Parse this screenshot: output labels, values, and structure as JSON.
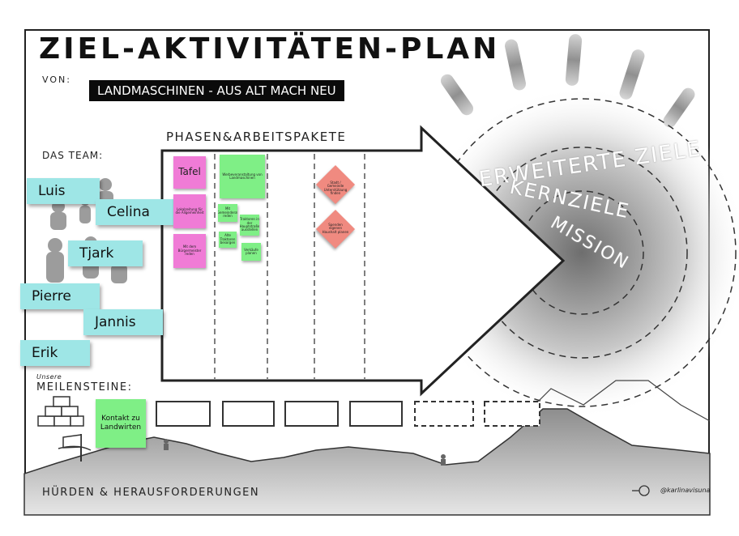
{
  "title": "ZIEL-AKTIVITÄTEN-PLAN",
  "von_label": "VON:",
  "project_name": "LANDMASCHINEN - AUS ALT MACH NEU",
  "phases_label": "PHASEN&ARBEITSPAKETE",
  "team": {
    "label": "DAS TEAM:",
    "members": [
      "Luis",
      "Celina",
      "Tjark",
      "Pierre",
      "Jannis",
      "Erik"
    ]
  },
  "activities": {
    "column1": [
      "Tafel",
      "Lokalzeitung für die Allgemeinheit",
      "Mit dem Bürgermeister reden"
    ],
    "column2": [
      "Werbeveranstaltung von Landmaschinen",
      "Mit Gemeinderat reden",
      "Traktoren in der Hauptstraße ausstellen",
      "Alte Traktoren besorgen",
      "Verkäufe planen"
    ],
    "risks": [
      "Stadt / Gemeinde Unterstützung finden",
      "Spenden eigenen Haushalt planen"
    ]
  },
  "goals": {
    "outer": "ERWEITERTE ZIELE",
    "middle": "KERNZIELE",
    "inner": "MISSION"
  },
  "milestones": {
    "label_small": "Unsere",
    "label": "MEILENSTEINE:",
    "first": "Kontakt zu Landwirten"
  },
  "hurdles_label": "HÜRDEN & HERAUSFORDERUNGEN",
  "signature": "@karlinavisuna",
  "colors": {
    "team_note": "#9ee6e6",
    "pink_note": "#f07bd6",
    "green_note": "#7fef86",
    "red_note": "#f08a80",
    "title_bar": "#0a0a0a"
  }
}
